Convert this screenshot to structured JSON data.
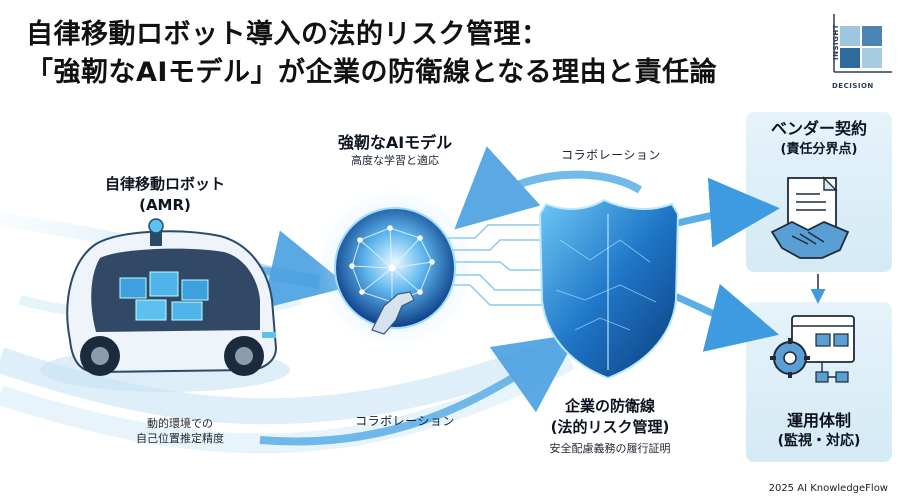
{
  "title": {
    "line1": "自律移動ロボット導入の法的リスク管理：",
    "line2": "「強靭なAIモデル」が企業の防衛線となる理由と責任論"
  },
  "logo": {
    "axis_v": "INSIGHT",
    "axis_h": "DECISION"
  },
  "nodes": {
    "amr": {
      "title": "自律移動ロボット",
      "subtitle": "(AMR)",
      "caption_1": "動的環境での",
      "caption_2": "自己位置推定精度"
    },
    "ai_model": {
      "title": "強靭なAIモデル",
      "subtitle": "高度な学習と適応"
    },
    "defense": {
      "title": "企業の防衛線",
      "subtitle": "(法的リスク管理)",
      "caption": "安全配慮義務の履行証明"
    },
    "vendor": {
      "title": "ベンダー契約",
      "subtitle": "(責任分界点)"
    },
    "operation": {
      "title": "運用体制",
      "subtitle": "(監視・対応)"
    }
  },
  "connectors": {
    "collab_top": "コラボレーション",
    "collab_bottom": "コラボレーション"
  },
  "footer": "2025 AI KnowledgeFlow",
  "colors": {
    "accent": "#2f8fd6",
    "light": "#dff0f9",
    "panel": "#dcedf6",
    "dark": "#0f2a52"
  }
}
